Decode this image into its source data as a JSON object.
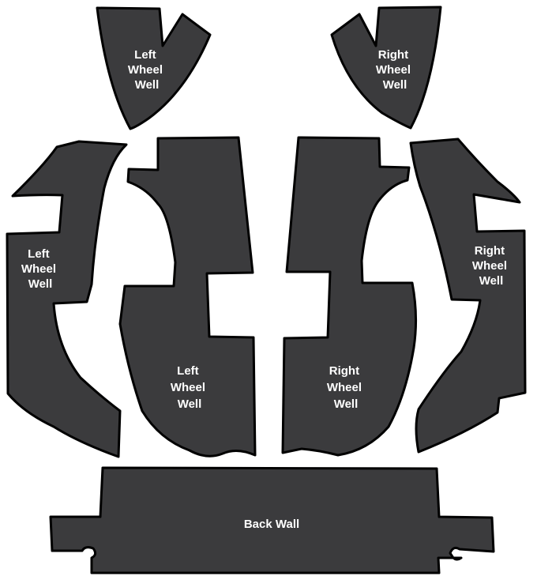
{
  "colors": {
    "piece_fill": "#3b3b3d",
    "outline": "#000000",
    "label_text": "#ffffff",
    "background": "#ffffff"
  },
  "pieces": [
    {
      "name": "piece-left-wheel-well-top",
      "lines": [
        "Left",
        "Wheel",
        "Well"
      ]
    },
    {
      "name": "piece-right-wheel-well-top",
      "lines": [
        "Right",
        "Wheel",
        "Well"
      ]
    },
    {
      "name": "piece-left-wheel-well-outer",
      "lines": [
        "Left",
        "Wheel",
        "Well"
      ]
    },
    {
      "name": "piece-left-wheel-well-inner",
      "lines": [
        "Left",
        "Wheel",
        "Well"
      ]
    },
    {
      "name": "piece-right-wheel-well-inner",
      "lines": [
        "Right",
        "Wheel",
        "Well"
      ]
    },
    {
      "name": "piece-right-wheel-well-outer",
      "lines": [
        "Right",
        "Wheel",
        "Well"
      ]
    },
    {
      "name": "piece-back-wall",
      "lines": [
        "Back Wall"
      ]
    }
  ]
}
